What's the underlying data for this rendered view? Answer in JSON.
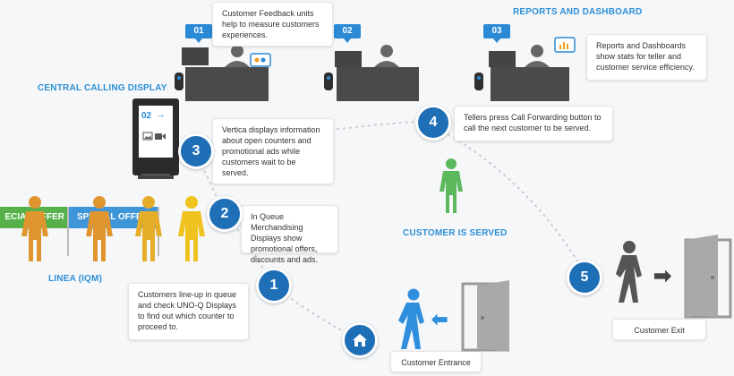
{
  "headings": {
    "reports": "REPORTS AND DASHBOARD",
    "central": "CENTRAL CALLING DISPLAY",
    "served": "CUSTOMER IS SERVED",
    "linea": "LINEA (IQM)"
  },
  "counters": [
    "01",
    "02",
    "03"
  ],
  "kiosk": {
    "screen_number": "02",
    "arrow": "→"
  },
  "steps": [
    "1",
    "2",
    "3",
    "4",
    "5"
  ],
  "cards": {
    "feedback": "Customer Feedback units help to measure customers experiences.",
    "reports": "Reports and Dashboards show stats for teller and customer service efficiency.",
    "vertica": "Vertica displays information about open counters and promotional ads while customers wait to be served.",
    "tellers": "Tellers press Call Forwarding button to call the next customer to be served.",
    "merch": "In Queue Merchandising Displays show promotional offers, discounts and ads.",
    "lineup": "Customers line-up in queue and check UNO-Q Displays to find out which counter to proceed to.",
    "entrance": "Customer Entrance",
    "exit": "Customer Exit"
  },
  "banners": {
    "left": "ECIAL OFFER",
    "right": "SPECIAL OFFER"
  },
  "colors": {
    "accent": "#2d8fd6",
    "step": "#1e6fb6",
    "green_banner": "#56b14a",
    "blue_banner": "#3e95d8",
    "person_orange": "#e0952f",
    "person_yellow": "#f0c21f",
    "person_green": "#5cb85c",
    "person_blue": "#2f8fdd",
    "person_gray": "#555555"
  },
  "icons": [
    "home-icon",
    "door-icon",
    "arrow-right-icon",
    "chart-icon",
    "image-icon",
    "video-icon"
  ]
}
